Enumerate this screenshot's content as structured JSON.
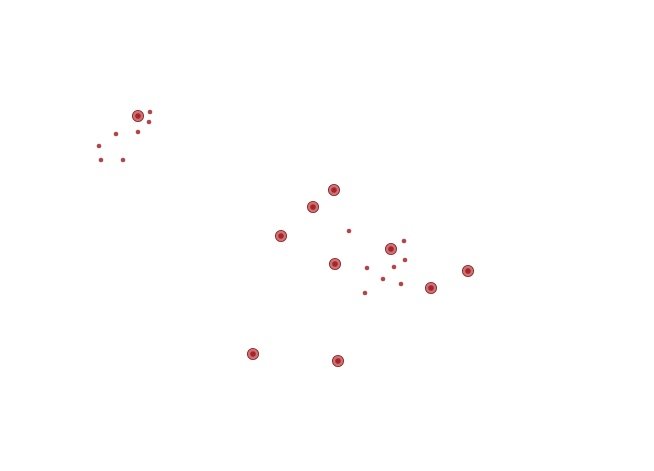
{
  "map": {
    "colors": {
      "background": "#ffffff",
      "marker_fill": "#a3262a",
      "marker_halo": "#c4585b",
      "marker_outline": "#8c1f23",
      "small_dot": "#b34448"
    },
    "major_markers": [
      {
        "id": "m1"
      },
      {
        "id": "m2"
      },
      {
        "id": "m3"
      },
      {
        "id": "m4"
      },
      {
        "id": "m5"
      },
      {
        "id": "m6"
      },
      {
        "id": "m7"
      },
      {
        "id": "m8"
      },
      {
        "id": "m9"
      },
      {
        "id": "m10"
      },
      {
        "id": "m11"
      }
    ],
    "minor_dots": [
      {
        "id": "d1"
      },
      {
        "id": "d2"
      },
      {
        "id": "d3"
      },
      {
        "id": "d4"
      },
      {
        "id": "d5"
      },
      {
        "id": "d6"
      },
      {
        "id": "d7"
      },
      {
        "id": "d8"
      },
      {
        "id": "d9"
      },
      {
        "id": "d10"
      },
      {
        "id": "d11"
      },
      {
        "id": "d12"
      },
      {
        "id": "d13"
      },
      {
        "id": "d14"
      },
      {
        "id": "d15"
      }
    ]
  }
}
